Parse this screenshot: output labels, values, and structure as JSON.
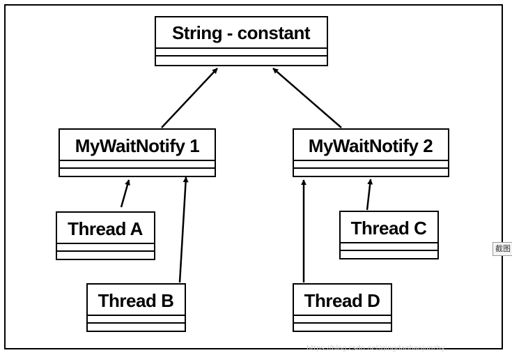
{
  "diagram": {
    "classes": {
      "string_constant": "String - constant",
      "mywaitnotify_1": "MyWaitNotify 1",
      "mywaitnotify_2": "MyWaitNotify 2",
      "thread_a": "Thread A",
      "thread_b": "Thread B",
      "thread_c": "Thread C",
      "thread_d": "Thread D"
    },
    "relations": [
      {
        "from": "mywaitnotify_1",
        "to": "string_constant"
      },
      {
        "from": "mywaitnotify_2",
        "to": "string_constant"
      },
      {
        "from": "thread_a",
        "to": "mywaitnotify_1"
      },
      {
        "from": "thread_b",
        "to": "mywaitnotify_1"
      },
      {
        "from": "thread_c",
        "to": "mywaitnotify_2"
      },
      {
        "from": "thread_d",
        "to": "mywaitnotify_2"
      }
    ]
  },
  "side_tab": {
    "label": "截图"
  },
  "watermark": {
    "text": "https://blog.csdn.net/qingdaohaojunzhy"
  }
}
